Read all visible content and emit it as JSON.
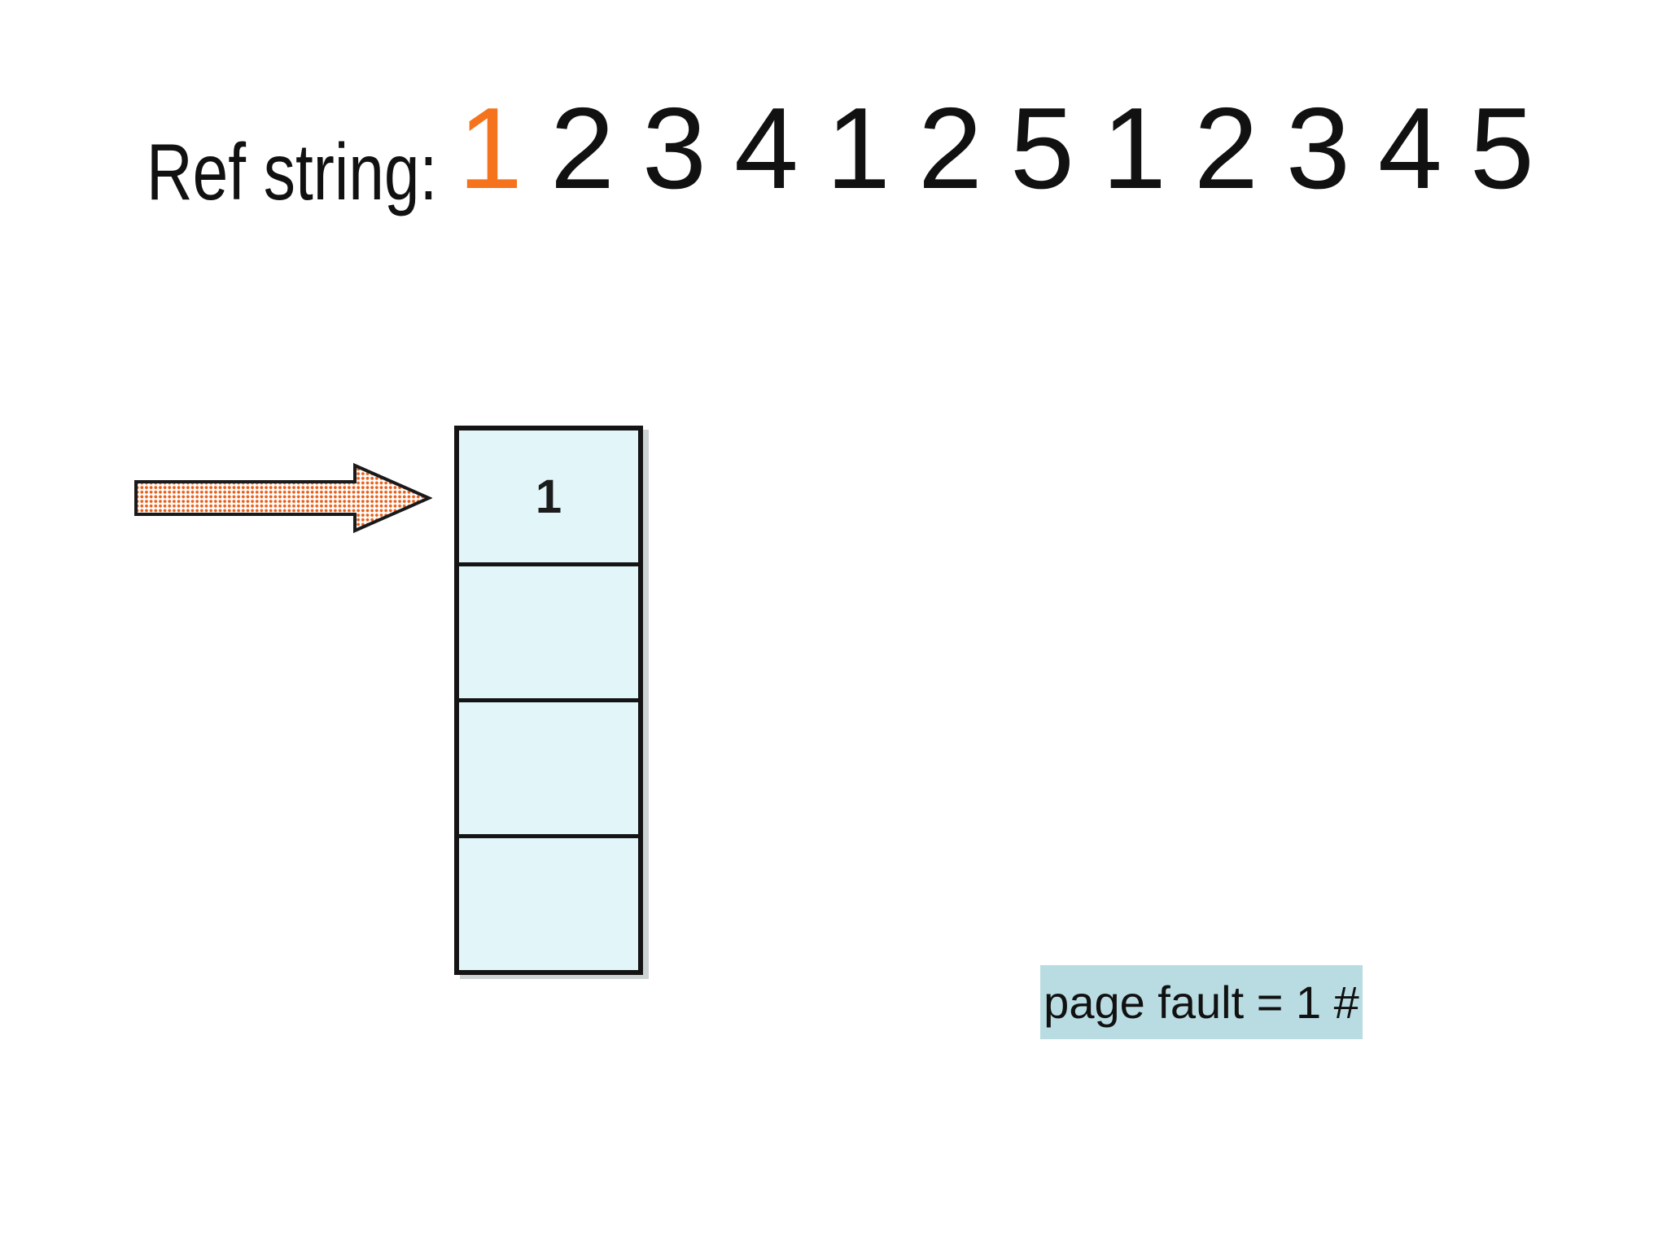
{
  "slide": {
    "ref_string": {
      "label": "Ref string:",
      "values": [
        "1",
        "2",
        "3",
        "4",
        "1",
        "2",
        "5",
        "1",
        "2",
        "3",
        "4",
        "5"
      ],
      "highlight_index": 0,
      "highlight_color": "#F4731C"
    },
    "frames": {
      "cells": [
        "1",
        "",
        "",
        ""
      ],
      "fill_color": "#E2F6FA",
      "border_color": "#141414"
    },
    "arrow": {
      "name": "current-frame-pointer",
      "dot_color": "#E8601A",
      "outline_color": "#1a1a1a",
      "points_to_frame": 0
    },
    "page_fault": {
      "label": "page fault = 1 #",
      "bg_color": "#B8DCE2"
    }
  }
}
